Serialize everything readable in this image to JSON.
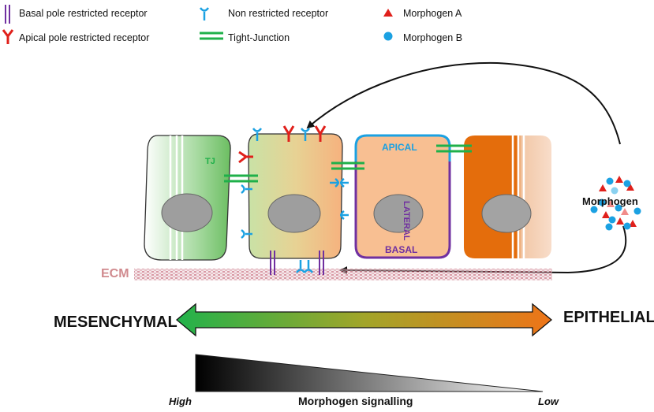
{
  "legend": {
    "basal": "Basal pole restricted receptor",
    "apical": "Apical pole  restricted receptor",
    "nonrestricted": "Non restricted receptor",
    "tj": "Tight-Junction",
    "morph_a": "Morphogen A",
    "morph_b": "Morphogen B"
  },
  "labels": {
    "tj": "TJ",
    "apical": "APICAL",
    "lateral": "LATERAL",
    "basal": "BASAL",
    "ecm": "ECM",
    "morphogen": "Morphogen",
    "mesenchymal": "MESENCHYMAL",
    "epithelial": "EPITHELIAL",
    "high": "High",
    "low": "Low",
    "signalling": "Morphogen signalling"
  },
  "colors": {
    "green": "#1fb04a",
    "orange": "#e8730f",
    "purple": "#7030a0",
    "cyan": "#1ba1e2",
    "red": "#e0201b",
    "ecm": "#b9495d"
  }
}
